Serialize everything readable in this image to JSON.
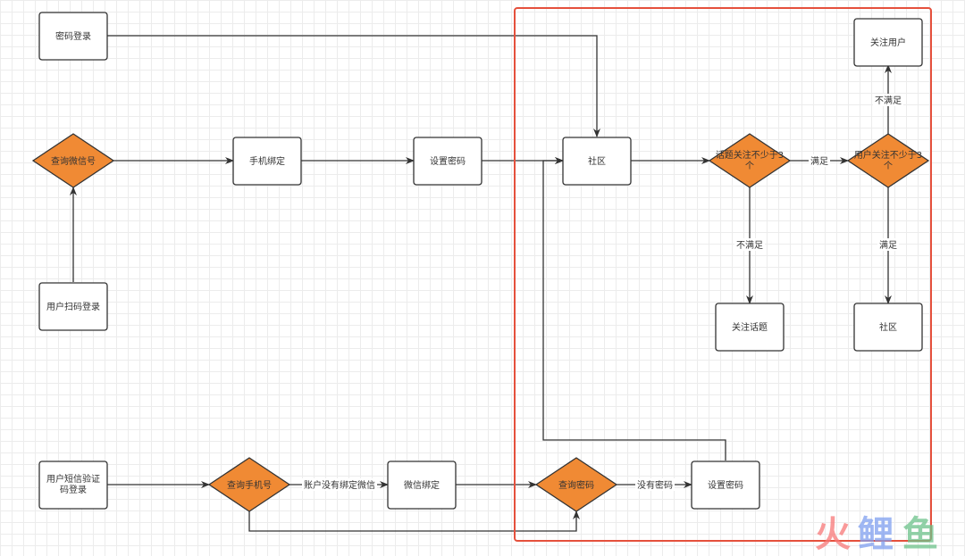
{
  "colors": {
    "decision_fill": "#f08a34",
    "decision_stroke": "#333333",
    "box_stroke": "#333333",
    "highlight": "#e5503c",
    "line": "#333333"
  },
  "nodes": {
    "pwd_login": {
      "label": "密码登录",
      "shape": "rect"
    },
    "query_wechat": {
      "label": "查询微信号",
      "shape": "diamond"
    },
    "scan_login": {
      "label": "用户扫码登录",
      "shape": "rect"
    },
    "bind_phone": {
      "label": "手机绑定",
      "shape": "rect"
    },
    "set_pwd_1": {
      "label": "设置密码",
      "shape": "rect"
    },
    "community_1": {
      "label": "社区",
      "shape": "rect"
    },
    "topic_check": {
      "label": "话题关注不少于3个",
      "shape": "diamond"
    },
    "user_check": {
      "label": "用户关注不少于3个",
      "shape": "diamond"
    },
    "follow_user": {
      "label": "关注用户",
      "shape": "rect"
    },
    "follow_topic": {
      "label": "关注话题",
      "shape": "rect"
    },
    "community_2": {
      "label": "社区",
      "shape": "rect"
    },
    "sms_login": {
      "label": "用户短信验证码登录",
      "shape": "rect"
    },
    "query_phone": {
      "label": "查询手机号",
      "shape": "diamond"
    },
    "bind_wechat": {
      "label": "微信绑定",
      "shape": "rect"
    },
    "query_pwd": {
      "label": "查询密码",
      "shape": "diamond"
    },
    "set_pwd_2": {
      "label": "设置密码",
      "shape": "rect"
    }
  },
  "edge_labels": {
    "topic_ok": "满足",
    "user_not_ok": "不满足",
    "topic_not_ok": "不满足",
    "user_ok": "满足",
    "no_wechat": "账户没有绑定微信",
    "no_pwd": "没有密码"
  },
  "watermark": "火鲤鱼"
}
